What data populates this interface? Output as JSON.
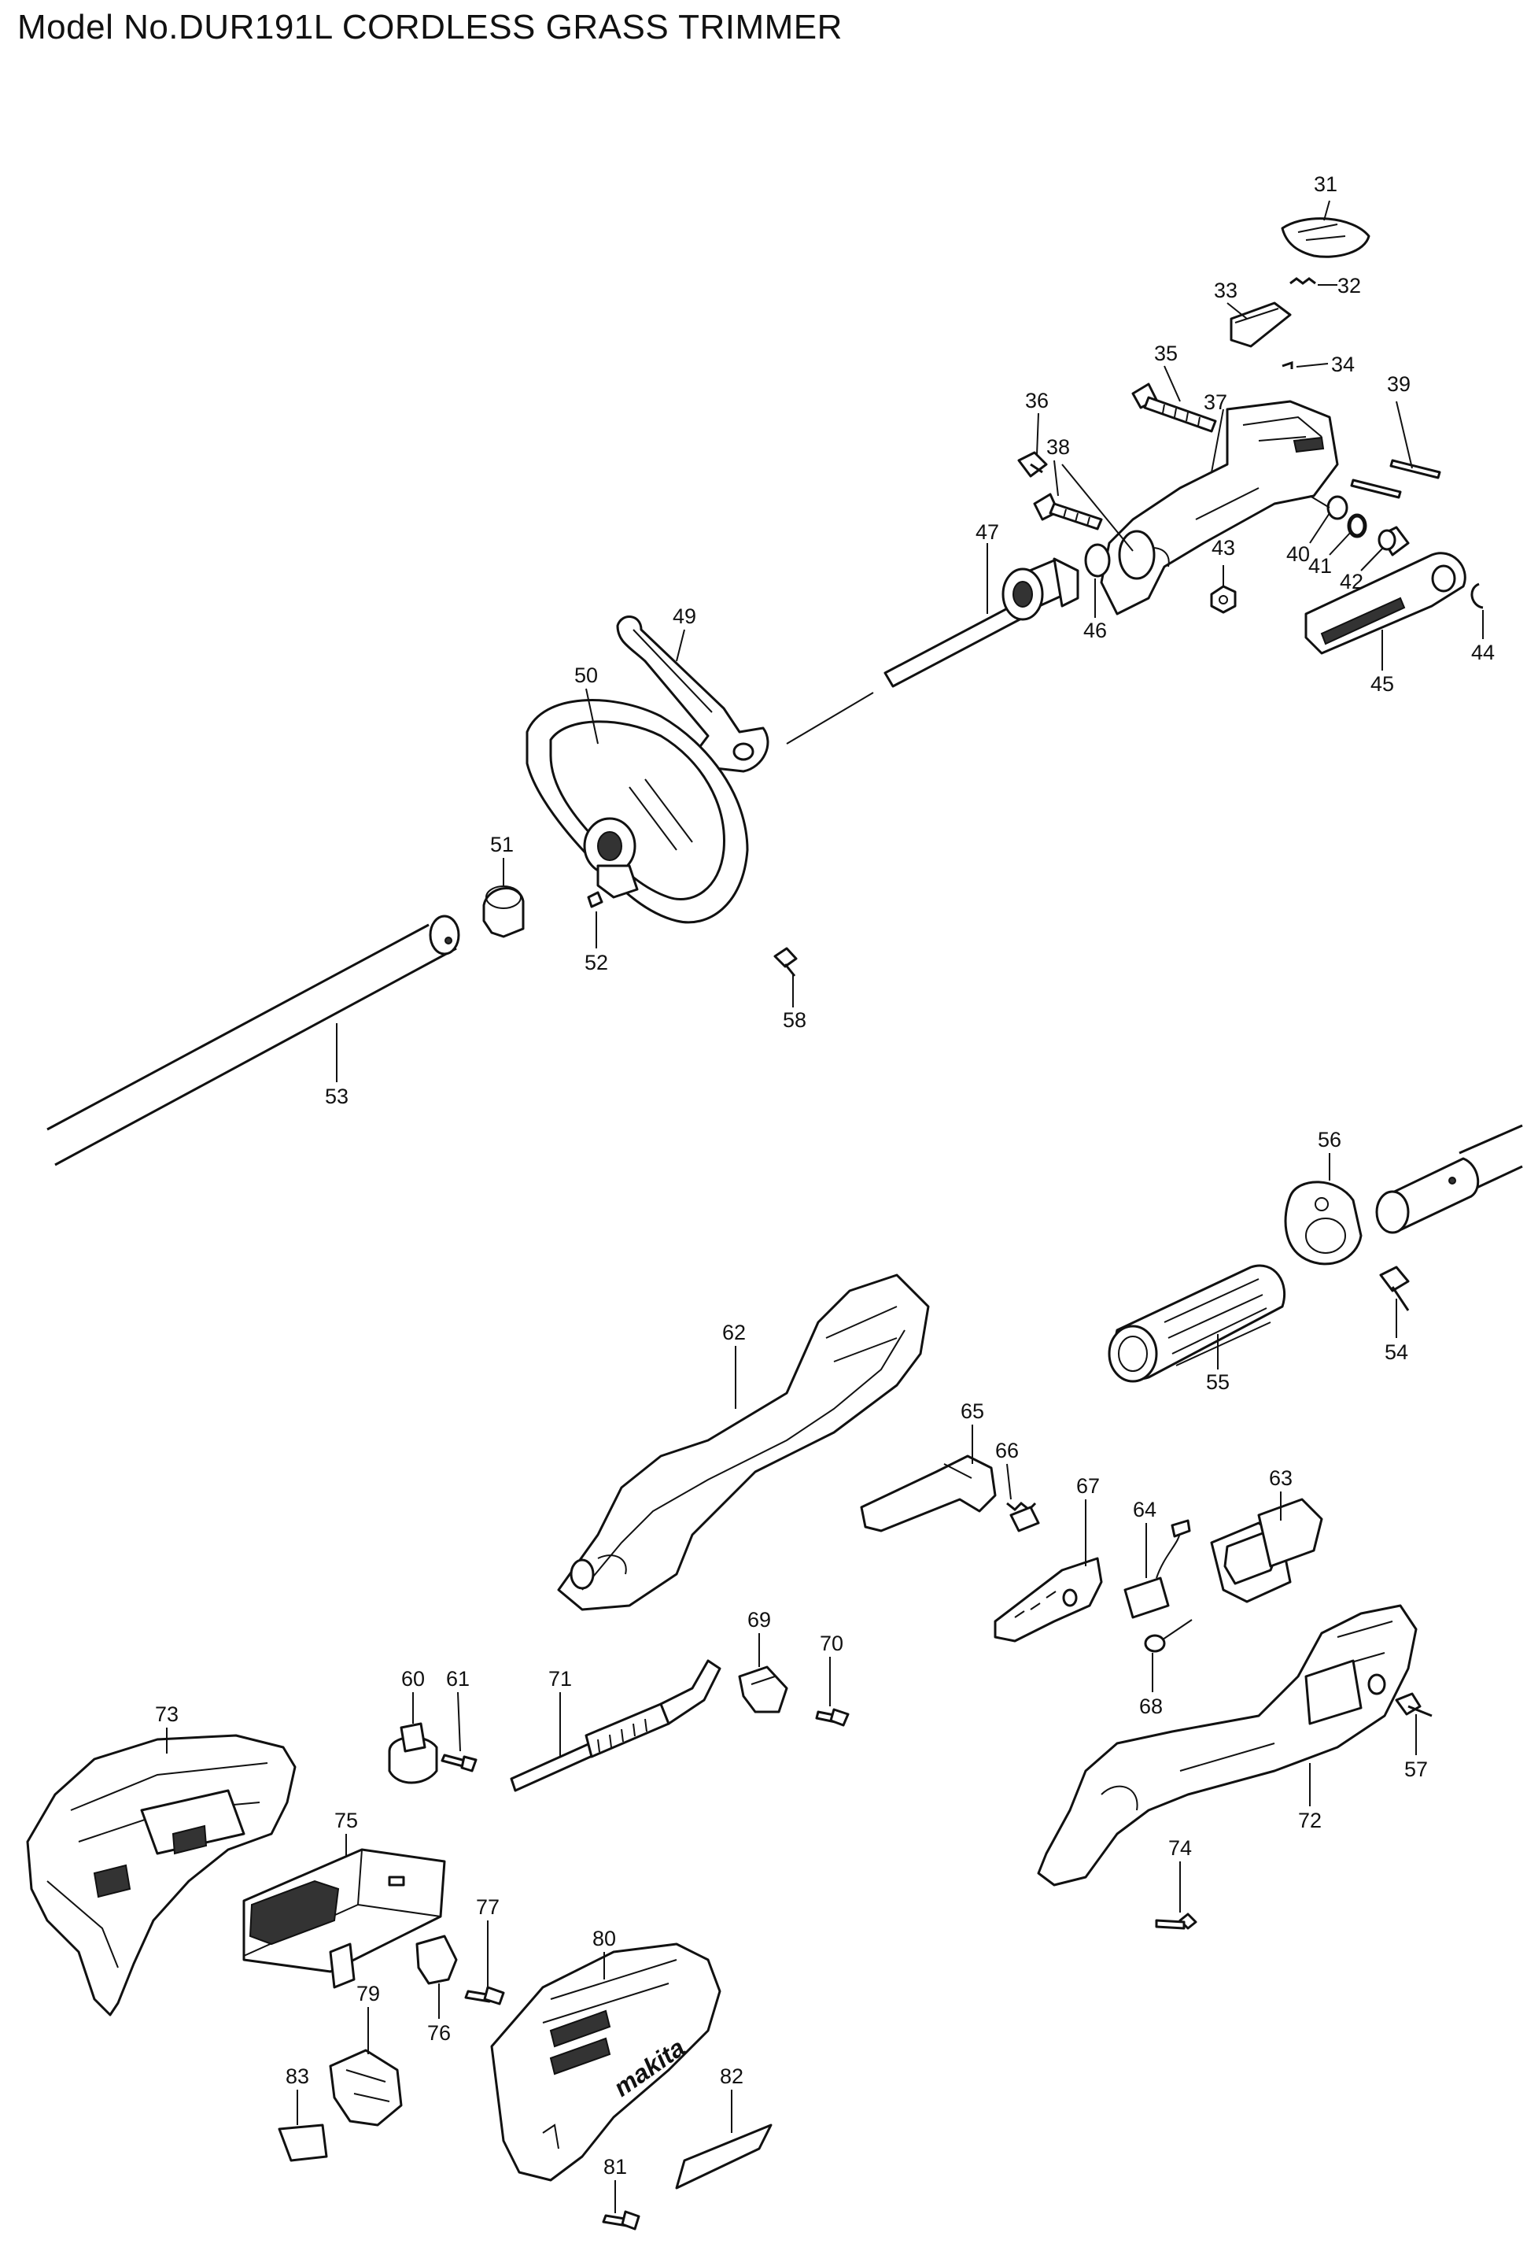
{
  "title": "Model No.DUR191L CORDLESS GRASS TRIMMER",
  "diagram_type": "exploded parts diagram",
  "part_numbers": [
    "31",
    "32",
    "33",
    "34",
    "35",
    "36",
    "37",
    "38",
    "39",
    "40",
    "41",
    "42",
    "43",
    "44",
    "45",
    "46",
    "47",
    "49",
    "50",
    "51",
    "52",
    "53",
    "54",
    "55",
    "56",
    "57",
    "58",
    "60",
    "61",
    "62",
    "63",
    "64",
    "65",
    "66",
    "67",
    "68",
    "69",
    "70",
    "71",
    "72",
    "73",
    "74",
    "75",
    "76",
    "77",
    "79",
    "80",
    "81",
    "82",
    "83"
  ],
  "labels": {
    "p31": "31",
    "p32": "32",
    "p33": "33",
    "p34": "34",
    "p35": "35",
    "p36": "36",
    "p37": "37",
    "p38": "38",
    "p39": "39",
    "p40": "40",
    "p41": "41",
    "p42": "42",
    "p43": "43",
    "p44": "44",
    "p45": "45",
    "p46": "46",
    "p47": "47",
    "p49": "49",
    "p50": "50",
    "p51": "51",
    "p52": "52",
    "p53": "53",
    "p54": "54",
    "p55": "55",
    "p56": "56",
    "p57": "57",
    "p58": "58",
    "p60": "60",
    "p61": "61",
    "p62": "62",
    "p63": "63",
    "p64": "64",
    "p65": "65",
    "p66": "66",
    "p67": "67",
    "p68": "68",
    "p69": "69",
    "p70": "70",
    "p71": "71",
    "p72": "72",
    "p73": "73",
    "p74": "74",
    "p75": "75",
    "p76": "76",
    "p77": "77",
    "p79": "79",
    "p80": "80",
    "p81": "81",
    "p82": "82",
    "p83": "83"
  },
  "logo_text": "makita"
}
